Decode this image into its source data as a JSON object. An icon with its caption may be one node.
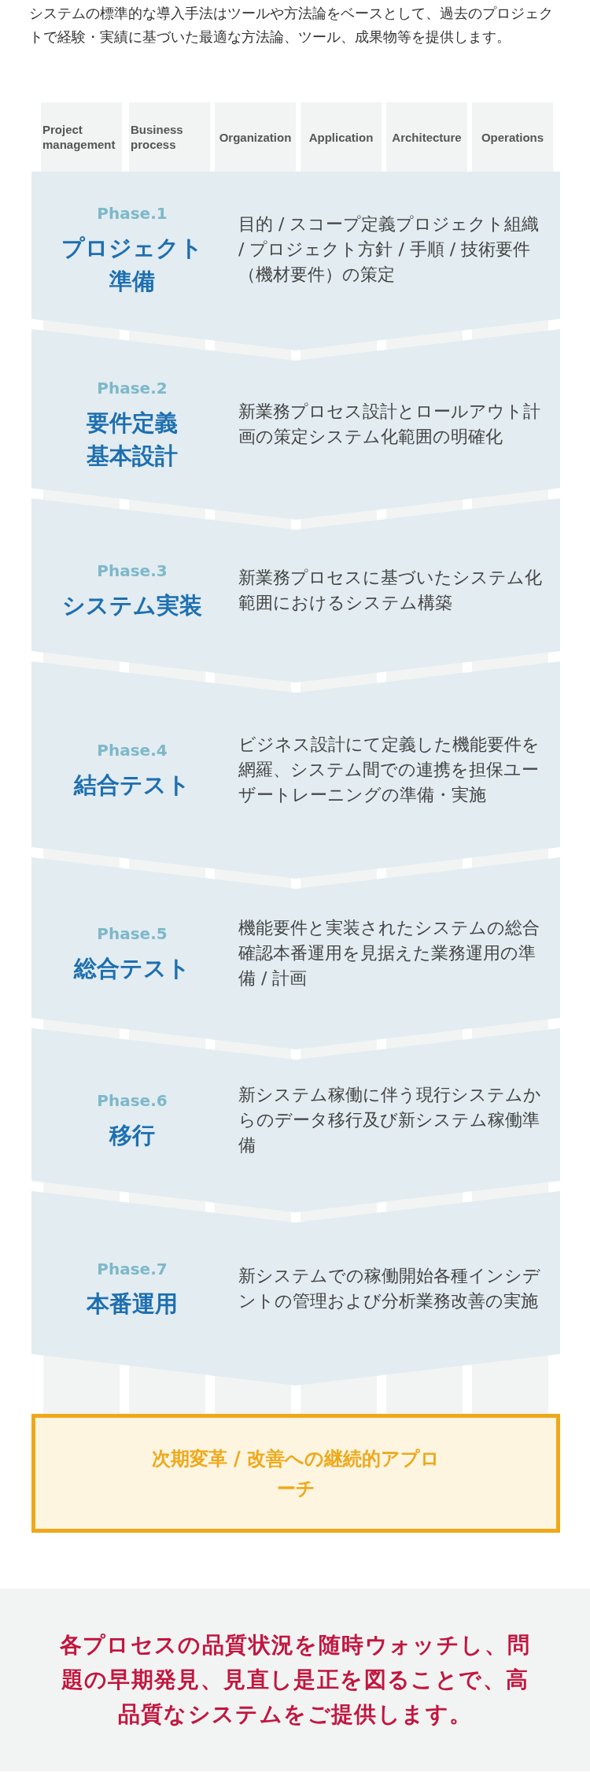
{
  "diagram": {
    "nodes": [
      {
        "text": [
          "Project management"
        ]
      },
      {
        "text": [
          "Business process"
        ]
      },
      {
        "text": [
          "Organization"
        ]
      },
      {
        "text": [
          "Application"
        ]
      },
      {
        "text": [
          "Architecture"
        ]
      },
      {
        "text": [
          "Operations"
        ]
      },
      {
        "text": [
          "Phase.1",
          "プロジェクト準備",
          "目的 / スコープ定義プロジェクト組織 / プロジェクト方針 / 手順 / 技術要件（機材要件）の策定"
        ]
      },
      {
        "text": [
          "Phase.2",
          "要件定義基本設計",
          "新業務プロセス設計とロールアウト計画の策定システム化範囲の明確化"
        ]
      },
      {
        "text": [
          "Phase.3",
          "システム実装",
          "新業務プロセスに基づいたシステム化範囲におけるシステム構築"
        ]
      },
      {
        "text": [
          "Phase.4",
          "結合テスト",
          "ビジネス設計にて定義した機能要件を網羅、システム間での連携を担保ユーザートレーニングの準備・実施"
        ]
      },
      {
        "text": [
          "Phase.5",
          "総合テスト",
          "機能要件と実装されたシステムの総合確認本番運用を見据えた業務運用の準備 / 計画"
        ]
      },
      {
        "text": [
          "Phase.6",
          "移行",
          "新システム稼働に伴う現行システムからのデータ移行及び新システム稼働準備"
        ]
      },
      {
        "text": [
          "Phase.7",
          "本番運用",
          "新システムでの稼働開始各種インシデントの管理および分析業務改善の実施"
        ]
      },
      {
        "text": [
          "次期変革 / 改善への継続的アプローチ"
        ]
      },
      {
        "text": [
          "各プロセスの品質状況を随時ウォッチし、問題の早期発見、見直し是正を図ることで、高品質なシステムをご提供します。"
        ]
      }
    ],
    "edges": [],
    "labels": [
      "システムの標準的な導入手法はツールや方法論をベースとして、過去のプロジェクトで経験・実績に基づいた最適な方法論、ツール、成果物等を提供します。"
    ]
  }
}
